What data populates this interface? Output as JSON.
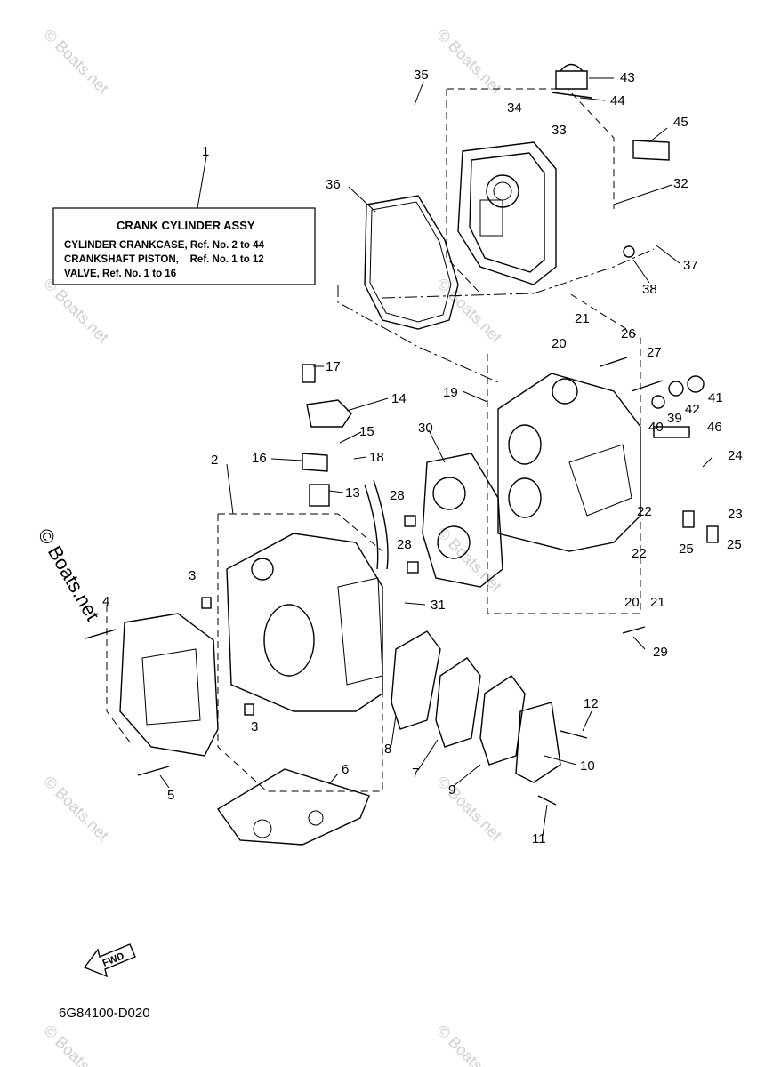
{
  "watermark": "© Boats.net",
  "legend": {
    "title": "CRANK CYLINDER ASSY",
    "lines": [
      "CYLINDER CRANKCASE, Ref. No. 2 to 44",
      "CRANKSHAFT PISTON,    Ref. No. 1 to 12",
      "VALVE, Ref. No. 1 to 16"
    ]
  },
  "callouts": [
    "1",
    "2",
    "3",
    "3",
    "4",
    "5",
    "6",
    "7",
    "8",
    "9",
    "10",
    "11",
    "12",
    "13",
    "14",
    "15",
    "16",
    "17",
    "18",
    "19",
    "20",
    "20",
    "21",
    "21",
    "22",
    "22",
    "23",
    "24",
    "25",
    "25",
    "26",
    "27",
    "28",
    "28",
    "29",
    "30",
    "31",
    "32",
    "33",
    "34",
    "35",
    "36",
    "37",
    "38",
    "39",
    "40",
    "41",
    "42",
    "43",
    "44",
    "45",
    "46"
  ],
  "fwd_label": "FWD",
  "diagram_code": "6G84100-D020"
}
